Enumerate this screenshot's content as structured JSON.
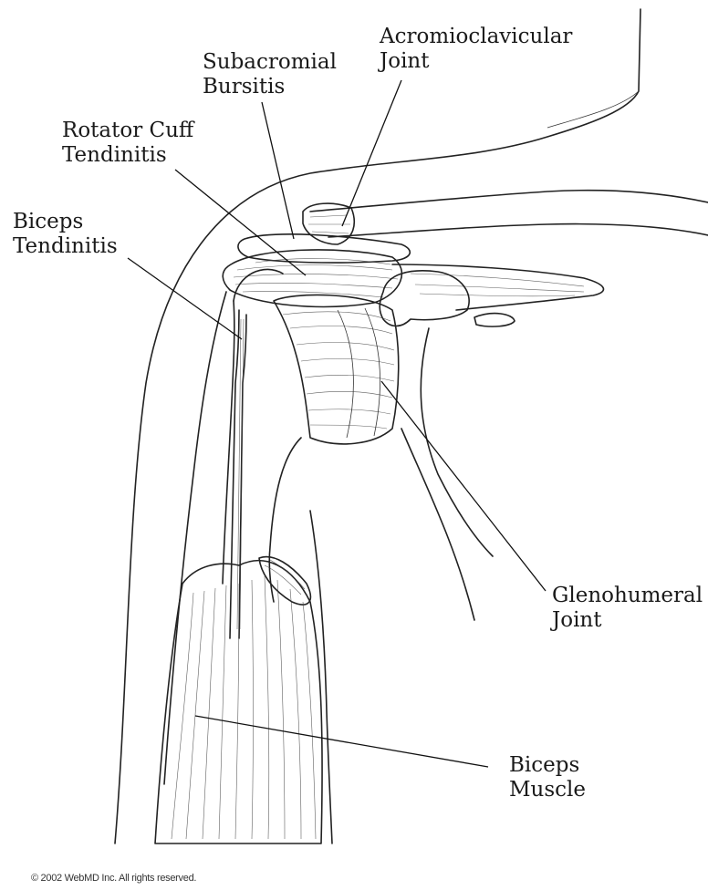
{
  "labels": {
    "acromioclavicular": [
      "Acromioclavicular",
      "Joint"
    ],
    "subacromial": [
      "Subacromial",
      "Bursitis"
    ],
    "rotator_cuff": [
      "Rotator Cuff",
      "Tendinitis"
    ],
    "biceps_tendinitis": [
      "Biceps",
      "Tendinitis"
    ],
    "glenohumeral": [
      "Glenohumeral",
      "Joint"
    ],
    "biceps_muscle": [
      "Biceps",
      "Muscle"
    ]
  },
  "copyright": "© 2002 WebMD Inc. All rights reserved."
}
